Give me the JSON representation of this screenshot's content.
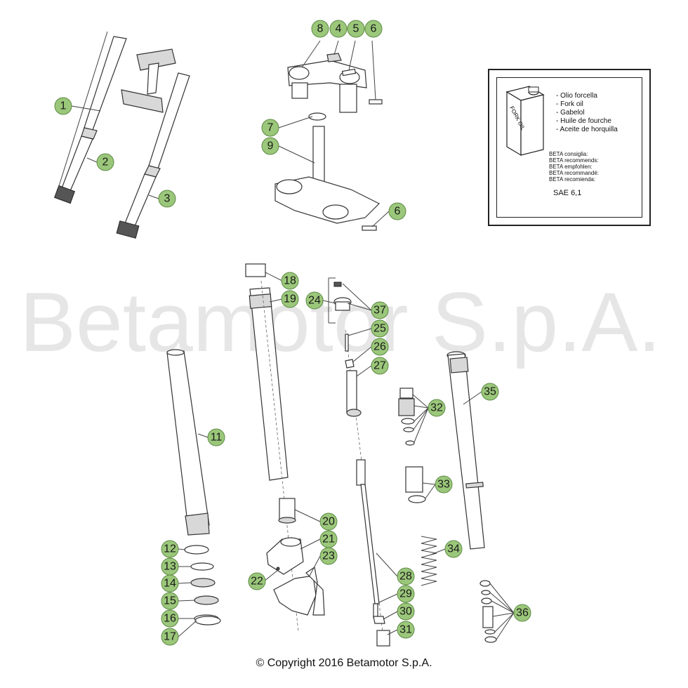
{
  "watermark": "Betamotor S.p.A.",
  "copyright": "© Copyright 2016 Betamotor S.p.A.",
  "oil_box": {
    "can_label": "FORK OIL",
    "languages": [
      "- Olio forcella",
      "- Fork oil",
      "- Gabelol",
      "- Huile de fourche",
      "- Aceite de horquilla"
    ],
    "recommends": [
      "BETA consiglia:",
      "BETA recommends:",
      "BETA empfohlen:",
      "BETA recommandé:",
      "BETA recomienda:"
    ],
    "grade": "SAE 6,1"
  },
  "callouts": [
    "1",
    "2",
    "3",
    "8",
    "4",
    "5",
    "6",
    "7",
    "9",
    "6",
    "18",
    "19",
    "24",
    "37",
    "25",
    "26",
    "27",
    "11",
    "32",
    "35",
    "33",
    "20",
    "21",
    "22",
    "23",
    "34",
    "12",
    "13",
    "14",
    "15",
    "16",
    "17",
    "28",
    "29",
    "30",
    "31",
    "36"
  ],
  "colors": {
    "callout_fill": "#9bc77a",
    "callout_stroke": "#5d8a45"
  }
}
